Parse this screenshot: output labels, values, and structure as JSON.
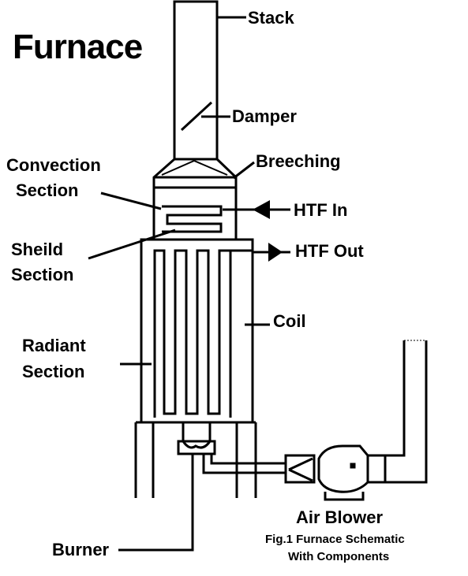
{
  "title": "Furnace",
  "labels": {
    "stack": "Stack",
    "damper": "Damper",
    "breeching": "Breeching",
    "convection_1": "Convection",
    "convection_2": "Section",
    "htf_in": "HTF In",
    "sheild_1": "Sheild",
    "sheild_2": "Section",
    "htf_out": "HTF Out",
    "coil": "Coil",
    "radiant_1": "Radiant",
    "radiant_2": "Section",
    "air_blower": "Air Blower",
    "burner": "Burner"
  },
  "caption": {
    "line1": "Fig.1 Furnace Schematic",
    "line2": "With Components"
  }
}
